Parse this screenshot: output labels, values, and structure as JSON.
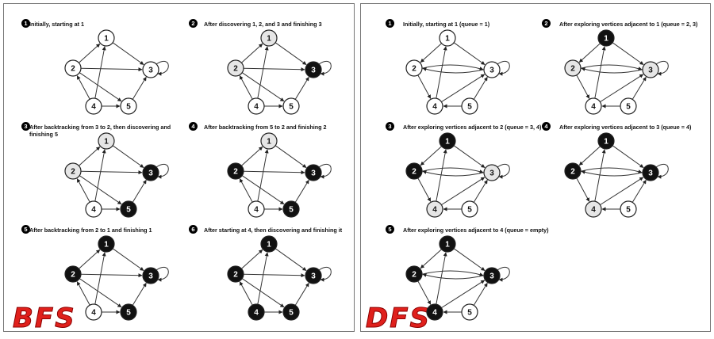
{
  "panels": {
    "bfs": {
      "label": "BFS",
      "label_color": "#e0201c",
      "steps": [
        {
          "num": "1",
          "caption": "Initially, starting at 1",
          "black": [],
          "gray": []
        },
        {
          "num": "2",
          "caption": "After discovering 1, 2, and 3 and finishing 3",
          "black": [
            "3"
          ],
          "gray": [
            "1",
            "2"
          ]
        },
        {
          "num": "3",
          "caption": "After backtracking from 3 to 2, then discovering and finishing 5",
          "black": [
            "3",
            "5"
          ],
          "gray": [
            "1",
            "2"
          ]
        },
        {
          "num": "4",
          "caption": "After backtracking from 5 to 2 and finishing 2",
          "black": [
            "2",
            "3",
            "5"
          ],
          "gray": [
            "1"
          ]
        },
        {
          "num": "5",
          "caption": "After backtracking from 2 to 1 and finishing 1",
          "black": [
            "1",
            "2",
            "3",
            "5"
          ],
          "gray": []
        },
        {
          "num": "6",
          "caption": "After starting at 4, then discovering and finishing it",
          "black": [
            "1",
            "2",
            "3",
            "4",
            "5"
          ],
          "gray": []
        }
      ]
    },
    "dfs": {
      "label": "DFS",
      "label_color": "#e0201c",
      "steps": [
        {
          "num": "1",
          "caption": "Initially, starting at 1 (queue = 1)",
          "black": [],
          "gray": []
        },
        {
          "num": "2",
          "caption": "After exploring vertices adjacent to 1 (queue = 2, 3)",
          "black": [
            "1"
          ],
          "gray": [
            "2",
            "3"
          ]
        },
        {
          "num": "3",
          "caption": "After exploring vertices adjacent to 2 (queue = 3, 4)",
          "black": [
            "1",
            "2"
          ],
          "gray": [
            "3",
            "4"
          ]
        },
        {
          "num": "4",
          "caption": "After exploring vertices adjacent to 3 (queue = 4)",
          "black": [
            "1",
            "2",
            "3"
          ],
          "gray": [
            "4"
          ]
        },
        {
          "num": "5",
          "caption": "After exploring vertices adjacent to 4 (queue = empty)",
          "black": [
            "1",
            "2",
            "3",
            "4"
          ],
          "gray": []
        }
      ]
    }
  },
  "node_labels": [
    "1",
    "2",
    "3",
    "4",
    "5"
  ],
  "colors": {
    "black": "#111111",
    "gray": "#e6e6e6",
    "white": "#ffffff",
    "stroke": "#222222"
  }
}
